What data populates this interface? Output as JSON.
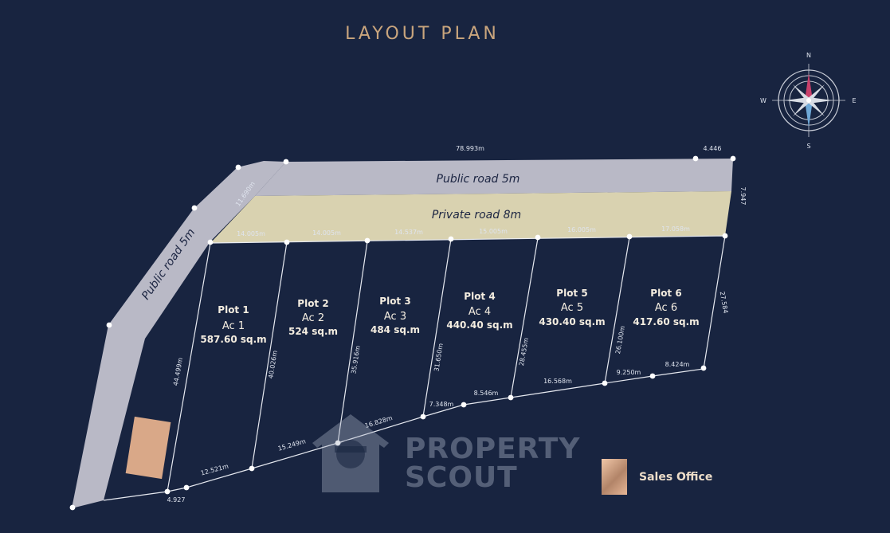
{
  "title": "LAYOUT PLAN",
  "roads": {
    "public_top": "Public road 5m",
    "private": "Private road 8m",
    "public_left": "Public road 5m"
  },
  "plots": [
    {
      "name": "Plot 1",
      "ac": "Ac 1",
      "area": "587.60 sq.m"
    },
    {
      "name": "Plot 2",
      "ac": "Ac 2",
      "area": "524 sq.m"
    },
    {
      "name": "Plot 3",
      "ac": "Ac 3",
      "area": "484 sq.m"
    },
    {
      "name": "Plot 4",
      "ac": "Ac 4",
      "area": "440.40 sq.m"
    },
    {
      "name": "Plot 5",
      "ac": "Ac 5",
      "area": "430.40 sq.m"
    },
    {
      "name": "Plot 6",
      "ac": "Ac 6",
      "area": "417.60 sq.m"
    }
  ],
  "dimensions": {
    "top_road_length": "78.993m",
    "top_road_right": "4.446",
    "right_end": "7.947",
    "left_road_diag": "11.690m",
    "front": [
      "14.005m",
      "14.005m",
      "14.537m",
      "15.005m",
      "16.005m",
      "17.058m"
    ],
    "sides": [
      "44.499m",
      "40.026m",
      "35.916m",
      "31.650m",
      "28.455m",
      "26.100m",
      "27.584"
    ],
    "bottom": [
      "4.927",
      "12.521m",
      "15.249m",
      "16.828m",
      "7.348m",
      "8.546m",
      "16.568m",
      "9.250m",
      "8.424m"
    ]
  },
  "compass": {
    "n": "N",
    "e": "E",
    "s": "S",
    "w": "W"
  },
  "legend": {
    "sales_office": "Sales Office"
  },
  "watermark": {
    "line1": "PROPERTY",
    "line2": "SCOUT"
  },
  "colors": {
    "background": "#182440",
    "public_road": "#b9b9c6",
    "private_road": "#d9d2b0",
    "title": "#c9a57d",
    "sales_office": "#d9a888"
  }
}
